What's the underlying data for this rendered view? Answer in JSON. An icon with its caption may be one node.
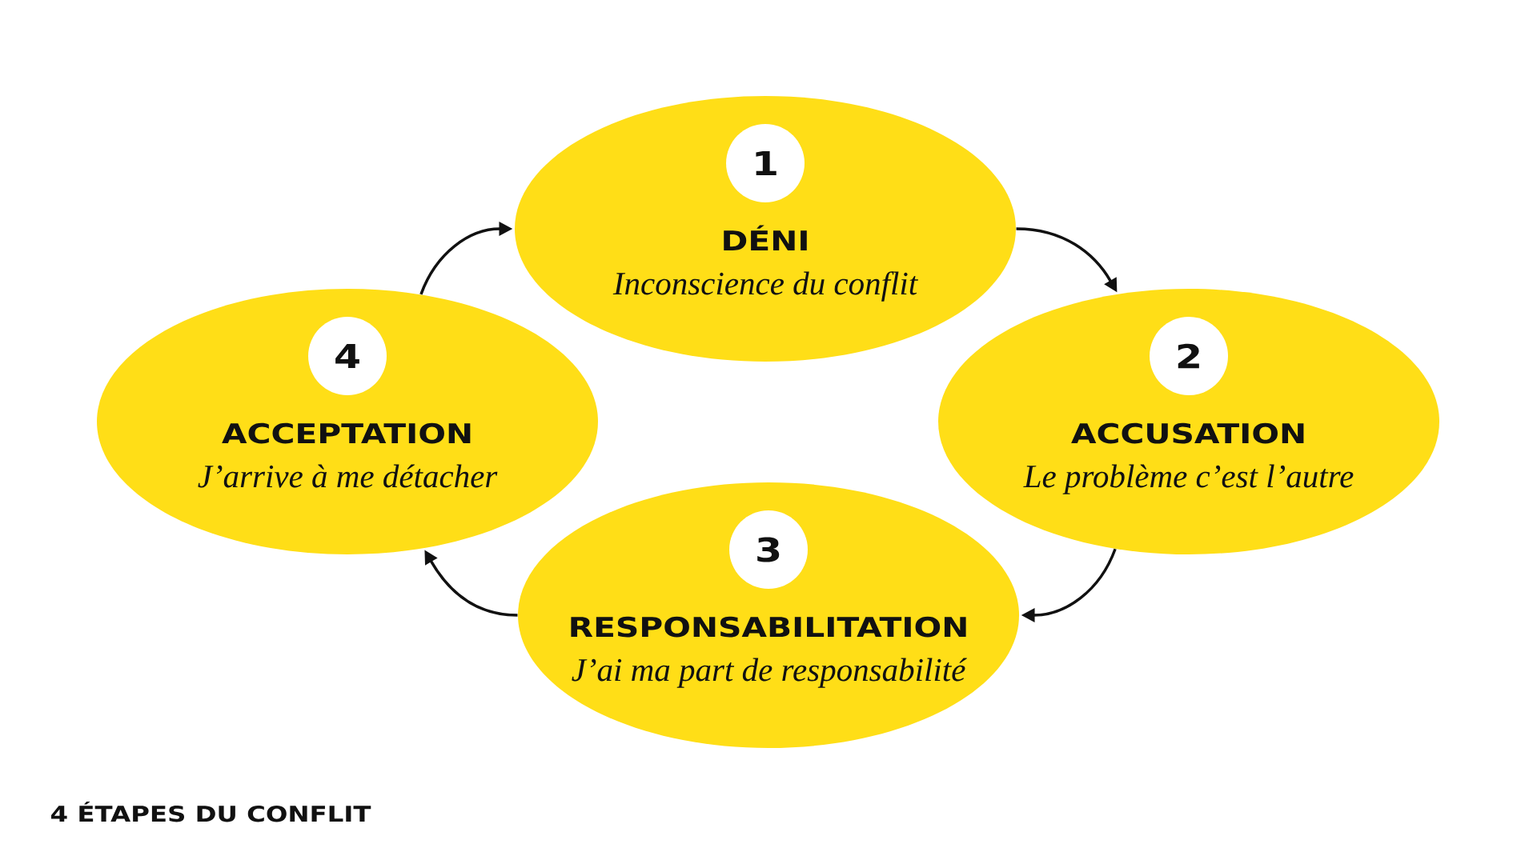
{
  "diagram": {
    "title": "4 ÉTAPES DU CONFLIT",
    "nodes": [
      {
        "text": [
          "DÉNI",
          "Inconscience du conflit"
        ]
      },
      {
        "text": [
          "1"
        ],
        "in": 0
      },
      {
        "text": [
          "ACCUSATION",
          "Le problème c’est l’autre"
        ]
      },
      {
        "text": [
          "2"
        ],
        "in": 2
      },
      {
        "text": [
          "RESPONSABILITATION",
          "J’ai ma part de responsabilité"
        ]
      },
      {
        "text": [
          "3"
        ],
        "in": 4
      },
      {
        "text": [
          "ACCEPTATION",
          "J’arrive à me détacher"
        ]
      },
      {
        "text": [
          "4"
        ],
        "in": 6
      }
    ],
    "edges": [
      {
        "from": 0,
        "to": 2,
        "arrow": "to"
      },
      {
        "from": 2,
        "to": 4,
        "arrow": "to"
      },
      {
        "from": 4,
        "to": 6,
        "arrow": "to"
      },
      {
        "from": 6,
        "to": 0,
        "arrow": "to"
      }
    ]
  }
}
